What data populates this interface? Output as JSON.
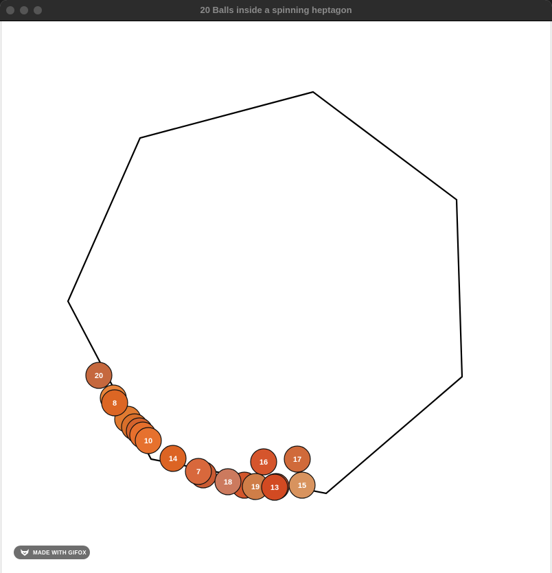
{
  "window": {
    "title": "20 Balls inside a spinning heptagon"
  },
  "badge": {
    "label": "MADE WITH GIFOX",
    "icon": "fox-icon"
  },
  "scene": {
    "shape": "heptagon",
    "stroke_color": "#000000",
    "balls": [
      {
        "label": "",
        "color": "#e8843a"
      },
      {
        "label": "",
        "color": "#e07a30"
      },
      {
        "label": "",
        "color": "#d86f2a"
      },
      {
        "label": "",
        "color": "#d4622c"
      },
      {
        "label": "",
        "color": "#e66f2c"
      },
      {
        "label": "",
        "color": "#c95a32"
      },
      {
        "label": "",
        "color": "#d2562c"
      },
      {
        "label": "",
        "color": "#d45c34"
      },
      {
        "label": "20",
        "color": "#c5683e"
      },
      {
        "label": "8",
        "color": "#dc6624"
      },
      {
        "label": "10",
        "color": "#e6712e"
      },
      {
        "label": "14",
        "color": "#dc6424"
      },
      {
        "label": "7",
        "color": "#d8683c"
      },
      {
        "label": "18",
        "color": "#cc7a5e"
      },
      {
        "label": "16",
        "color": "#d5552c"
      },
      {
        "label": "17",
        "color": "#d06a3a"
      },
      {
        "label": "19",
        "color": "#cf7e48"
      },
      {
        "label": "13",
        "color": "#d24a22"
      },
      {
        "label": "15",
        "color": "#d8935e"
      }
    ]
  }
}
